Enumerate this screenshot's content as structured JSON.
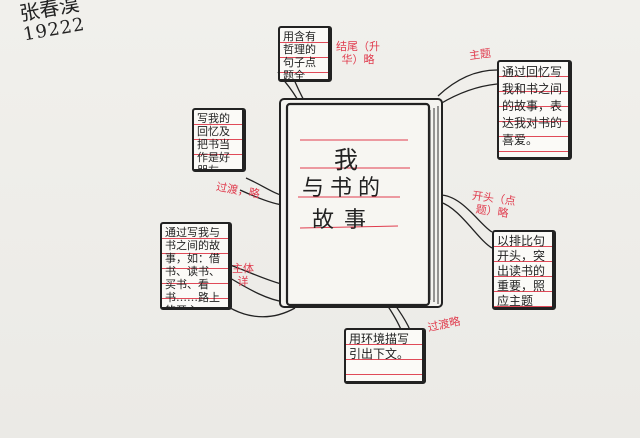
{
  "author": {
    "name": "张春淏",
    "id": "19222"
  },
  "center": {
    "title_line1": "我",
    "title_line2": "与书的",
    "title_line3": "故事"
  },
  "nodes": [
    {
      "id": "ending",
      "text": "用含有哲理的句子点题全文。",
      "label": "结尾（升华）略"
    },
    {
      "id": "theme",
      "text": "通过回忆写我和书之间的故事，表达我对书的喜爱。",
      "label": "主题"
    },
    {
      "id": "opening",
      "text": "以排比句开头，突出读书的重要，照应主题",
      "label": "开头（点题）略"
    },
    {
      "id": "transition2",
      "text": "用环境描写引出下文。",
      "label": "过渡略"
    },
    {
      "id": "body",
      "text": "通过写我与书之间的故事，如：借书、读书、买书、看书……路上的开心。",
      "label": "主体详"
    },
    {
      "id": "transition1",
      "text": "写我的回忆及把书当作是好朋友。",
      "label": "过渡，略"
    }
  ],
  "colors": {
    "ink": "#222222",
    "red": "#e03c4e",
    "paper": "#eceae6"
  }
}
